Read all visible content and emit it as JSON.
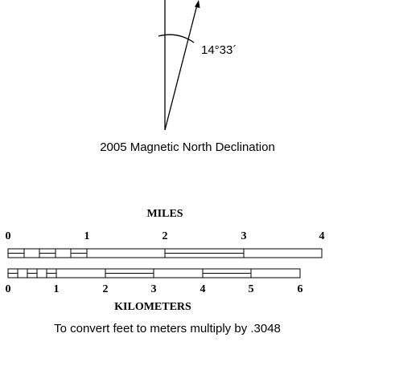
{
  "declination": {
    "angle_label": "14°33´",
    "caption": "2005 Magnetic North Declination",
    "angle_degrees": 14.55
  },
  "miles_scale": {
    "title": "MILES",
    "ticks": [
      "0",
      "1",
      "2",
      "3",
      "4"
    ]
  },
  "kilometers_scale": {
    "title": "KILOMETERS",
    "ticks": [
      "0",
      "1",
      "2",
      "3",
      "4",
      "5",
      "6"
    ]
  },
  "conversion_note": "To convert feet to meters multiply by .3048"
}
